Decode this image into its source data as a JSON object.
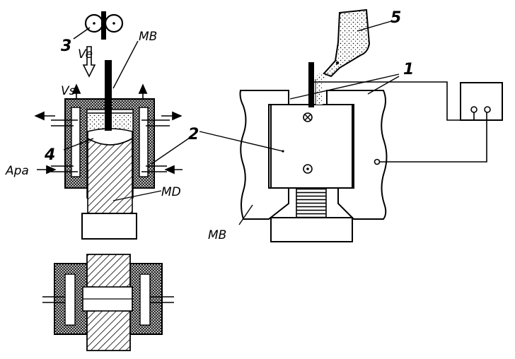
{
  "labels": {
    "n1": "1",
    "n2": "2",
    "n3": "3",
    "n4": "4",
    "n5": "5",
    "mb_top": "MB",
    "mb_right": "MB",
    "md": "MD",
    "apa": "Apa",
    "ve": "Ve",
    "vs": "Vs"
  }
}
